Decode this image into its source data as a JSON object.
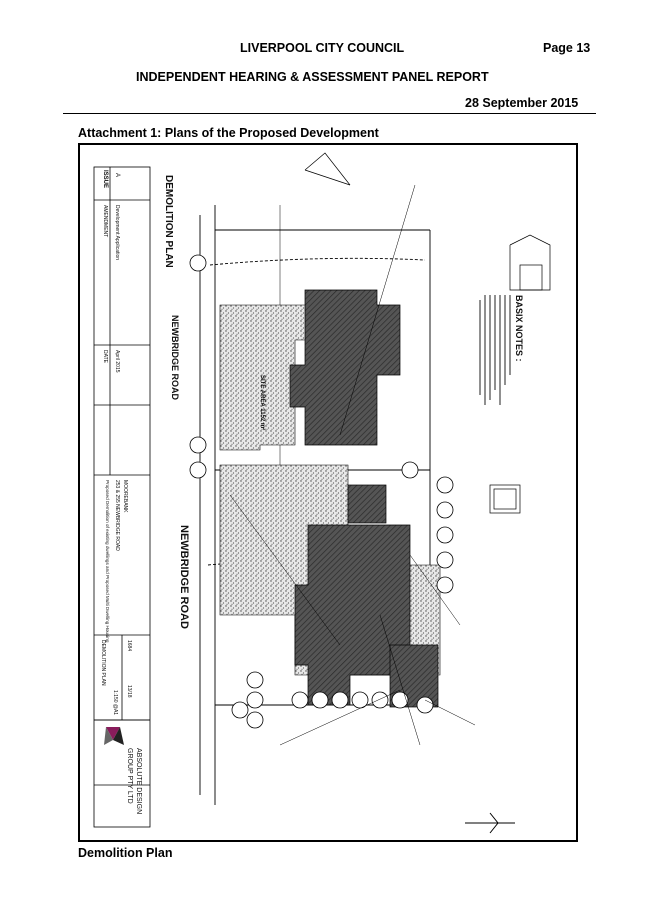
{
  "header": {
    "council": "LIVERPOOL CITY COUNCIL",
    "page": "Page 13",
    "report_title": "INDEPENDENT HEARING & ASSESSMENT PANEL REPORT",
    "date": "28 September 2015"
  },
  "attachment": {
    "title": "Attachment 1: Plans of the Proposed Development",
    "caption": "Demolition Plan"
  },
  "plan": {
    "sheet_title": "DEMOLITION PLAN",
    "road_label": "NEWBRIDGE ROAD",
    "road_label_main": "NEWBRIDGE ROAD",
    "notes_title": "BASIX NOTES :",
    "site_area": "SITE AREA 1152 m²",
    "revision_header": "ISSUE",
    "revision_letter": "A",
    "revision_desc_header": "AMENDMENT",
    "revision_desc": "Development Application",
    "date_header": "DATE",
    "date_value": "April 2015",
    "project": "Proposed Demolition of existing dwellings and Proposed Multi Dwelling Housing",
    "address_1": "253 & 255 NEWBRIDGE ROAD",
    "address_2": "MOOREBANK",
    "drawing_title": "DEMOLITION PLAN",
    "scale": "1:150 @A1",
    "job_no": "1684",
    "sheet_no": "13/18",
    "company_1": "ABSOLUTE DESIGN",
    "company_2": "GROUP PTY LTD"
  },
  "colors": {
    "text": "#000000",
    "building_fill": "#4a4a4a",
    "accent_logo": "#8a1c5c"
  }
}
